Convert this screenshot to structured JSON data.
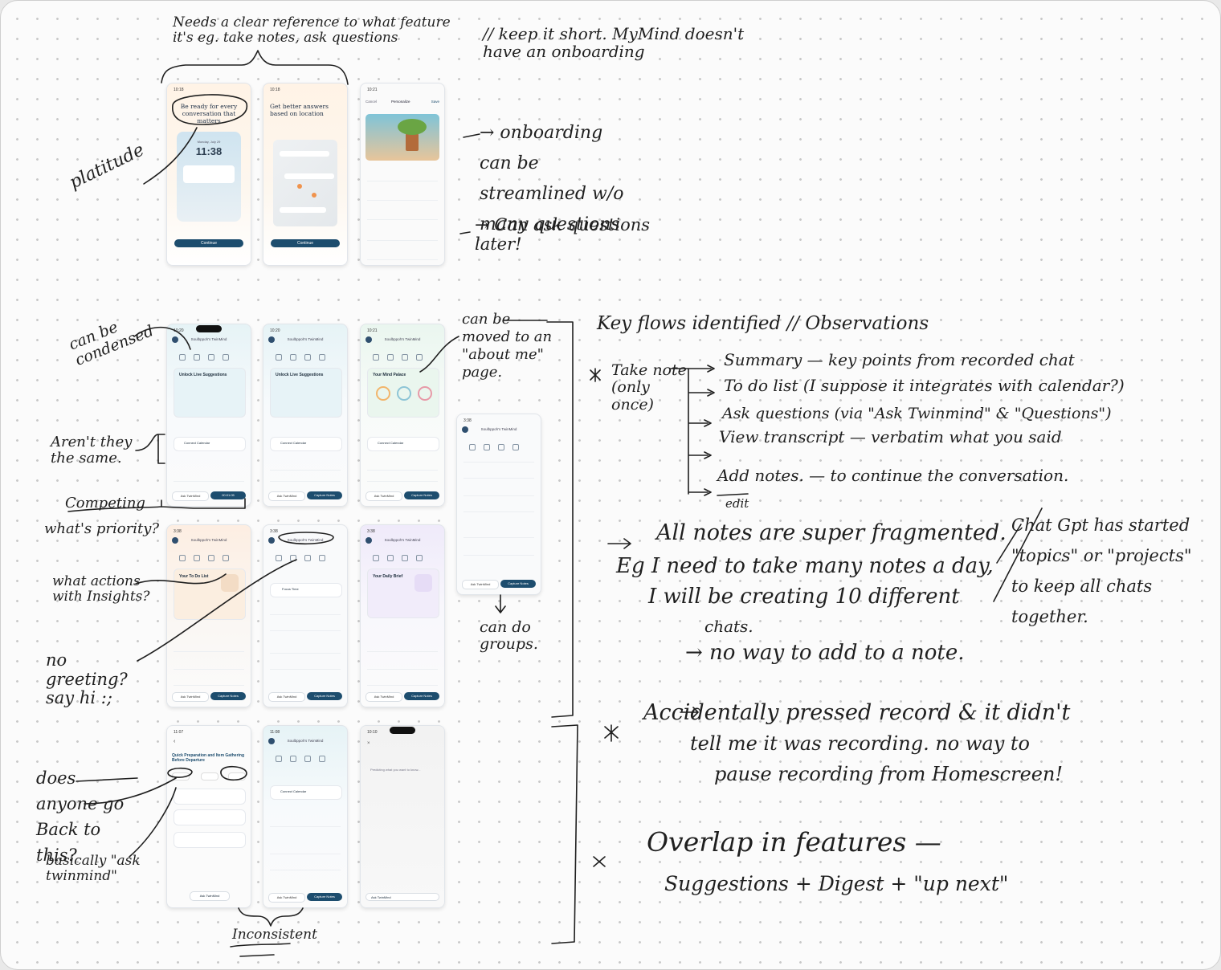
{
  "notes": {
    "needs_reference": "Needs a clear reference to what feature it's eg. take notes, ask questions",
    "keep_short": "// keep it short. MyMind doesn't have an onboarding",
    "onboarding_streamlined": "→ onboarding can be streamlined w/o many questions",
    "ask_later": "→ Can ask questions later!",
    "platitude": "platitude",
    "can_be_condensed": "can be condensed",
    "arent_same": "Aren't they the same.",
    "competing": "Competing",
    "what_priority": "what's priority?",
    "what_actions": "what actions with Insights?",
    "no_greeting": "no greeting? say hi :;",
    "moved_about_me": "can be moved to an \"about me\" page.",
    "can_do_groups": "can do groups.",
    "does_anyone": "does anyone go Back to this?",
    "basically": "basically \"ask twinmind\"",
    "inconsistent": "Inconsistent",
    "key_flows_title": "Key flows identified // Observations",
    "take_note": "Take note (only once)",
    "flow_summary": "Summary — key points from recorded chat",
    "flow_todo": "To do list (I suppose it integrates with calendar?)",
    "flow_ask": "Ask questions (via \"Ask Twinmind\" & \"Questions\")",
    "flow_transcript": "View transcript — verbatim what you said",
    "flow_add_notes": "Add notes. — to continue the conversation.",
    "flow_edit": "edit",
    "obs_fragmented": "All notes are super fragmented.",
    "obs_eg_line1": "Eg I need to take many notes a day,",
    "obs_eg_line2": "I will be creating 10 different",
    "obs_eg_line3": "chats.",
    "obs_no_way": "→ no way to add to a note.",
    "obs_chatgpt": "Chat Gpt has started \"topics\" or \"projects\" to keep all chats together.",
    "obs_accident_1": "Accidentally pressed record & it didn't",
    "obs_accident_2": "tell me it was recording. no way to",
    "obs_accident_3": "pause recording from Homescreen!",
    "obs_overlap_1": "Overlap in features —",
    "obs_overlap_2": "Suggestions + Digest + \"up next\""
  },
  "screens": {
    "onb1": {
      "time": "10:18",
      "title": "Be ready for every conversation that matters",
      "clock": "11:38",
      "date": "Monday, July 29",
      "cta": "Continue"
    },
    "onb2": {
      "time": "10:18",
      "title": "Get better answers based on location",
      "cta": "Continue"
    },
    "onb3": {
      "time": "10:21",
      "nav_left": "Cancel",
      "nav_title": "Personalize",
      "nav_right": "Save"
    },
    "home_header": "Soulbppoh's TwinMind",
    "home1": {
      "time": "10:20",
      "card_title": "Unlock Live Suggestions",
      "next": "Connect Calendar",
      "ask": "Ask TwinMind",
      "live": "00:01:05"
    },
    "home2": {
      "time": "10:20",
      "card_title": "Unlock Live Suggestions",
      "next": "Connect Calendar",
      "ask": "Ask TwinMind",
      "capture": "Capture Notes"
    },
    "home3": {
      "time": "10:21",
      "card_title": "Your Mind Palace",
      "next": "Connect Calendar",
      "ask": "Ask TwinMind",
      "capture": "Capture Notes"
    },
    "todo": {
      "time": "3:38",
      "card_title": "Your To Do List",
      "ask": "Ask TwinMind",
      "capture": "Capture Notes"
    },
    "focus": {
      "time": "3:38",
      "card_title": "Focus Time",
      "ask": "Ask TwinMind",
      "capture": "Capture Notes"
    },
    "brief": {
      "time": "3:38",
      "card_title": "Your Daily Brief",
      "ask": "Ask TwinMind",
      "capture": "Capture Notes"
    },
    "groups": {
      "time": "3:38",
      "ask": "Ask TwinMind",
      "capture": "Capture Notes"
    },
    "detail": {
      "time": "11:07",
      "title": "Quick Preparation and Item Gathering Before Departure",
      "ask": "Ask TwinMind"
    },
    "home4": {
      "time": "11:08",
      "next": "Connect Calendar",
      "ask": "Ask TwinMind",
      "capture": "Capture Notes"
    },
    "chat": {
      "time": "10:10",
      "placeholder": "Predicting what you want to know...",
      "ask": "Ask TwinMind"
    }
  }
}
